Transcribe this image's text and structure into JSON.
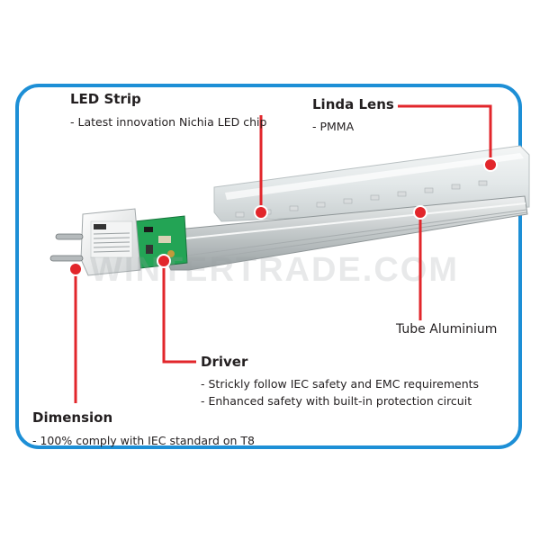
{
  "frame_color": "#1d8fd6",
  "callout_color": "#e2262b",
  "watermark": "WINTERTRADE.COM",
  "led_strip": {
    "title": "LED Strip",
    "detail": "- Latest innovation Nichia LED chip"
  },
  "linda_lens": {
    "title": "Linda Lens",
    "detail": "- PMMA"
  },
  "tube_aluminium": {
    "title": "Tube Aluminium"
  },
  "driver": {
    "title": "Driver",
    "details": [
      "- Strickly follow IEC safety and EMC requirements",
      "- Enhanced safety with built-in protection circuit"
    ]
  },
  "dimension": {
    "title": "Dimension",
    "detail": "- 100% comply with IEC standard on T8"
  }
}
